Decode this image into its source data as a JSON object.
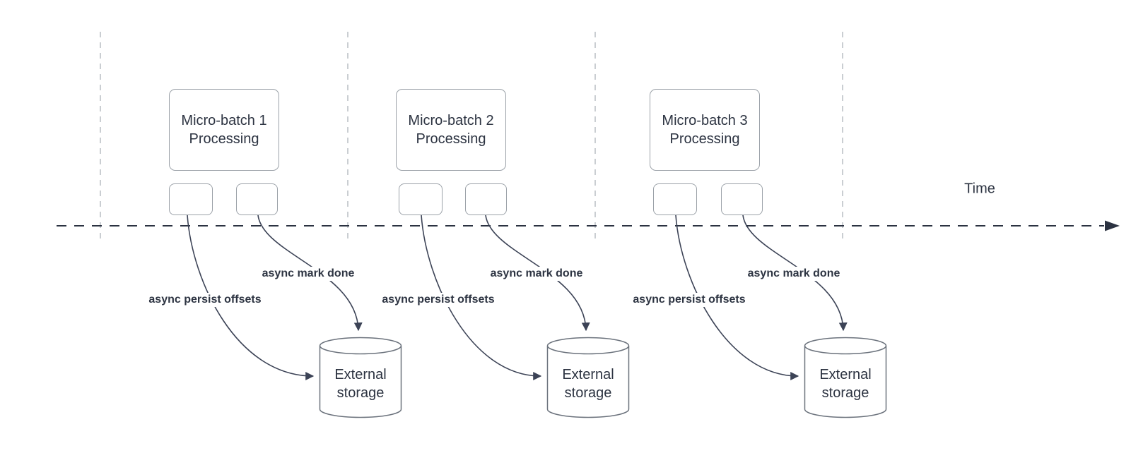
{
  "diagram": {
    "time_axis_label": "Time",
    "groups": [
      {
        "process_label": "Micro-batch 1 Processing",
        "persist_label": "async persist offsets",
        "mark_done_label": "async mark done",
        "storage_label": "External storage"
      },
      {
        "process_label": "Micro-batch 2 Processing",
        "persist_label": "async persist offsets",
        "mark_done_label": "async mark done",
        "storage_label": "External storage"
      },
      {
        "process_label": "Micro-batch 3 Processing",
        "persist_label": "async persist offsets",
        "mark_done_label": "async mark done",
        "storage_label": "External storage"
      }
    ],
    "colors": {
      "text": "#2d3442",
      "curve_stroke": "#3c4356",
      "time_axis_stroke": "#2b3241",
      "box_border": "#9ba1a8",
      "cylinder_border": "#6b727c",
      "gridline": "#b9bec3"
    }
  }
}
